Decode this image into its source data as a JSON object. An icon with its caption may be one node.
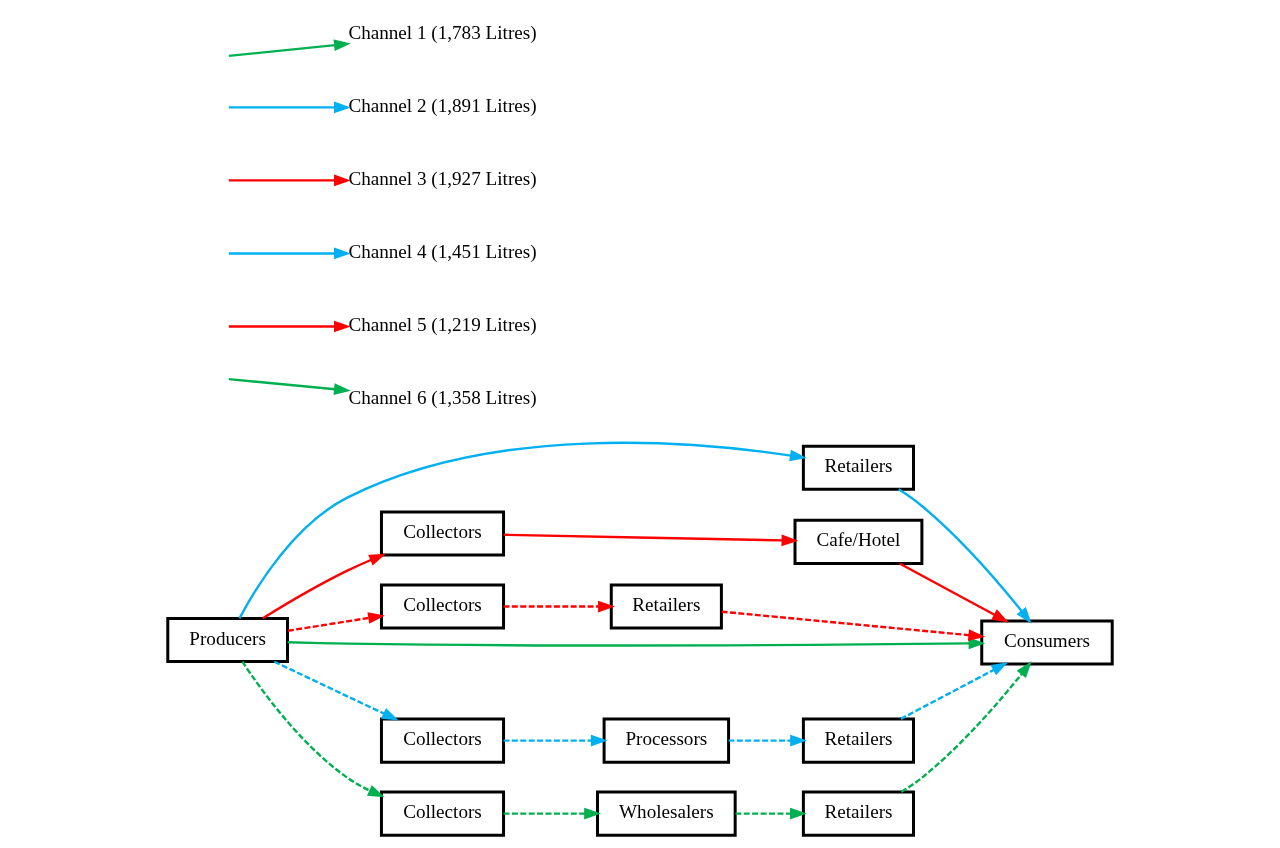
{
  "diagram": {
    "nodes": [
      {
        "text": [
          "Retailers"
        ]
      },
      {
        "text": [
          "Collectors"
        ]
      },
      {
        "text": [
          "Cafe/Hotel"
        ]
      },
      {
        "text": [
          "Producers"
        ]
      },
      {
        "text": [
          "Collectors"
        ]
      },
      {
        "text": [
          "Retailers"
        ]
      },
      {
        "text": [
          "Consumers"
        ]
      },
      {
        "text": [
          "Collectors"
        ]
      },
      {
        "text": [
          "Processors"
        ]
      },
      {
        "text": [
          "Retailers"
        ]
      },
      {
        "text": [
          "Collectors"
        ]
      },
      {
        "text": [
          "Wholesalers"
        ]
      },
      {
        "text": [
          "Retailers"
        ]
      }
    ],
    "edges": [
      {
        "from": 3,
        "to": 6,
        "arrow": "to",
        "color": "#00b050"
      },
      {
        "from": 3,
        "to": 0,
        "arrow": "to",
        "color": "#00b0f0"
      },
      {
        "from": 0,
        "to": 6,
        "arrow": "to",
        "color": "#00b0f0"
      },
      {
        "from": 3,
        "to": 1,
        "arrow": "to",
        "color": "#ff0000"
      },
      {
        "from": 1,
        "to": 2,
        "arrow": "to",
        "color": "#ff0000"
      },
      {
        "from": 2,
        "to": 6,
        "arrow": "to",
        "color": "#ff0000"
      },
      {
        "from": 3,
        "to": 4,
        "arrow": "to",
        "style": "dashed",
        "color": "#ff0000"
      },
      {
        "from": 4,
        "to": 5,
        "arrow": "to",
        "style": "dashed",
        "color": "#ff0000"
      },
      {
        "from": 5,
        "to": 6,
        "arrow": "to",
        "style": "dashed",
        "color": "#ff0000"
      },
      {
        "from": 3,
        "to": 7,
        "arrow": "to",
        "style": "dashed",
        "color": "#00b0f0"
      },
      {
        "from": 7,
        "to": 8,
        "arrow": "to",
        "style": "dashed",
        "color": "#00b0f0"
      },
      {
        "from": 8,
        "to": 9,
        "arrow": "to",
        "style": "dashed",
        "color": "#00b0f0"
      },
      {
        "from": 9,
        "to": 6,
        "arrow": "to",
        "style": "dashed",
        "color": "#00b0f0"
      },
      {
        "from": 3,
        "to": 10,
        "arrow": "to",
        "style": "dashed",
        "color": "#00b050"
      },
      {
        "from": 10,
        "to": 11,
        "arrow": "to",
        "style": "dashed",
        "color": "#00b050"
      },
      {
        "from": 11,
        "to": 12,
        "arrow": "to",
        "style": "dashed",
        "color": "#00b050"
      },
      {
        "from": 12,
        "to": 6,
        "arrow": "to",
        "style": "dashed",
        "color": "#00b050"
      }
    ],
    "legend": [
      {
        "text": "Channel 1 (1,783 Litres)",
        "color": "#00b050"
      },
      {
        "text": "Channel 2 (1,891 Litres)",
        "color": "#00b0f0"
      },
      {
        "text": "Channel 3 (1,927 Litres)",
        "color": "#ff0000"
      },
      {
        "text": "Channel 4 (1,451 Litres)",
        "color": "#00b0f0"
      },
      {
        "text": "Channel 5 (1,219 Litres)",
        "color": "#ff0000"
      },
      {
        "text": "Channel 6 (1,358 Litres)",
        "color": "#00b050"
      }
    ]
  }
}
